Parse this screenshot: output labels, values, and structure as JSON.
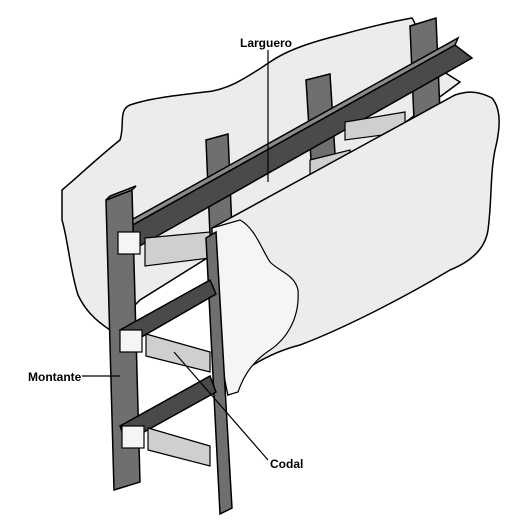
{
  "labels": {
    "larguero": "Larguero",
    "montante": "Montante",
    "codal": "Codal"
  }
}
